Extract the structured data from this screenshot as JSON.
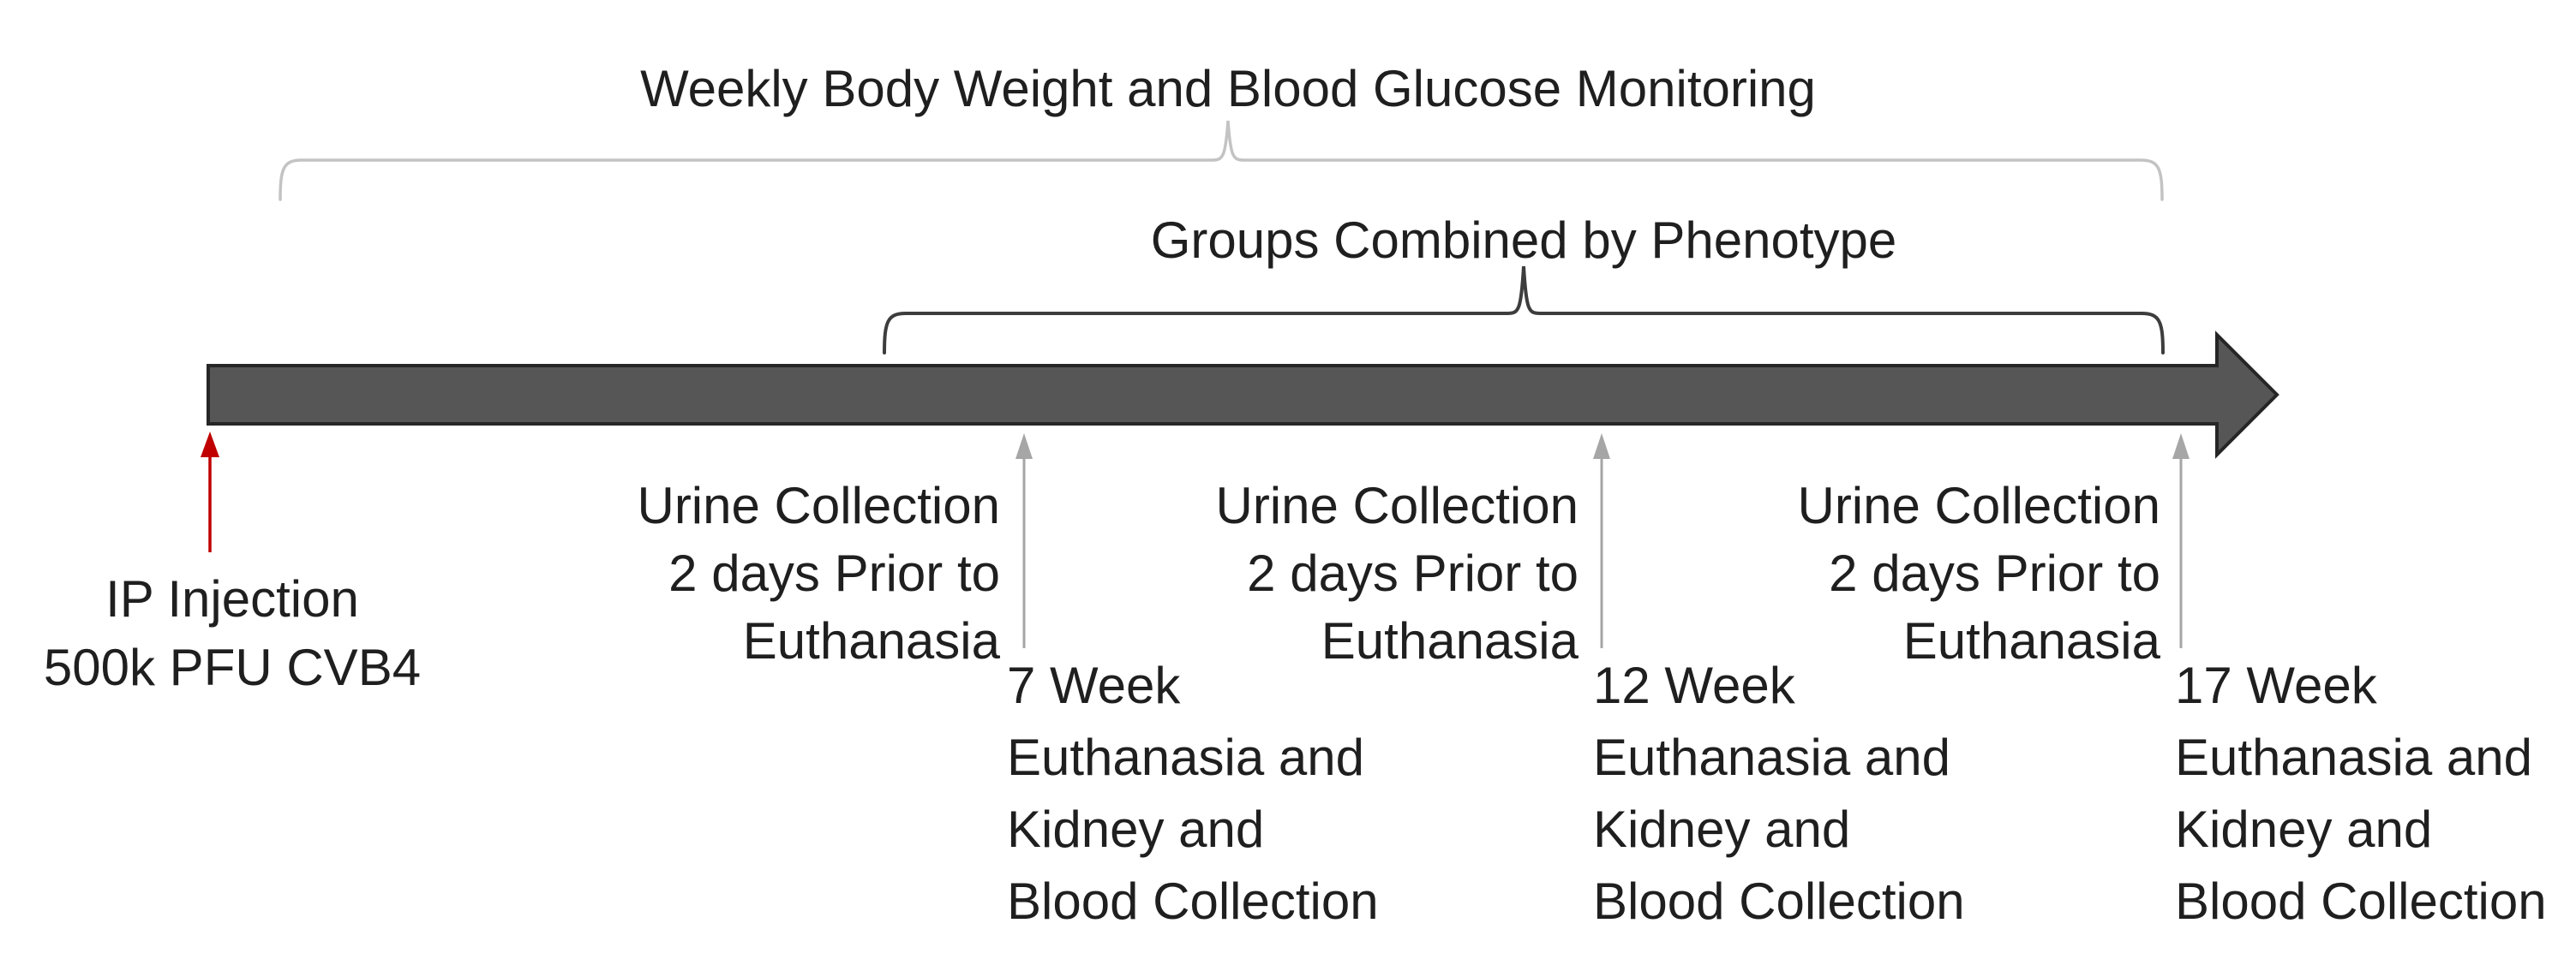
{
  "colors": {
    "text": "#1f1f1f",
    "timeline_fill": "#565656",
    "timeline_border": "#262626",
    "red_arrow": "#c00000",
    "gray_arrow": "#a6a6a6",
    "top_brace": "#c3c3c3",
    "mid_brace": "#3d3d3d"
  },
  "top_bracket": {
    "label": "Weekly Body Weight and Blood Glucose Monitoring"
  },
  "mid_bracket": {
    "label": "Groups Combined by Phenotype"
  },
  "injection": {
    "line1": "IP Injection",
    "line2": "500k PFU CVB4"
  },
  "urine_note": {
    "line1": "Urine Collection",
    "line2": "2 days Prior to",
    "line3": "Euthanasia"
  },
  "milestones": [
    {
      "week": "7 Week",
      "line2": "Euthanasia and",
      "line3": "Kidney and",
      "line4": "Blood Collection"
    },
    {
      "week": "12 Week",
      "line2": "Euthanasia and",
      "line3": "Kidney and",
      "line4": "Blood Collection"
    },
    {
      "week": "17 Week",
      "line2": "Euthanasia and",
      "line3": "Kidney and",
      "line4": "Blood Collection"
    }
  ]
}
